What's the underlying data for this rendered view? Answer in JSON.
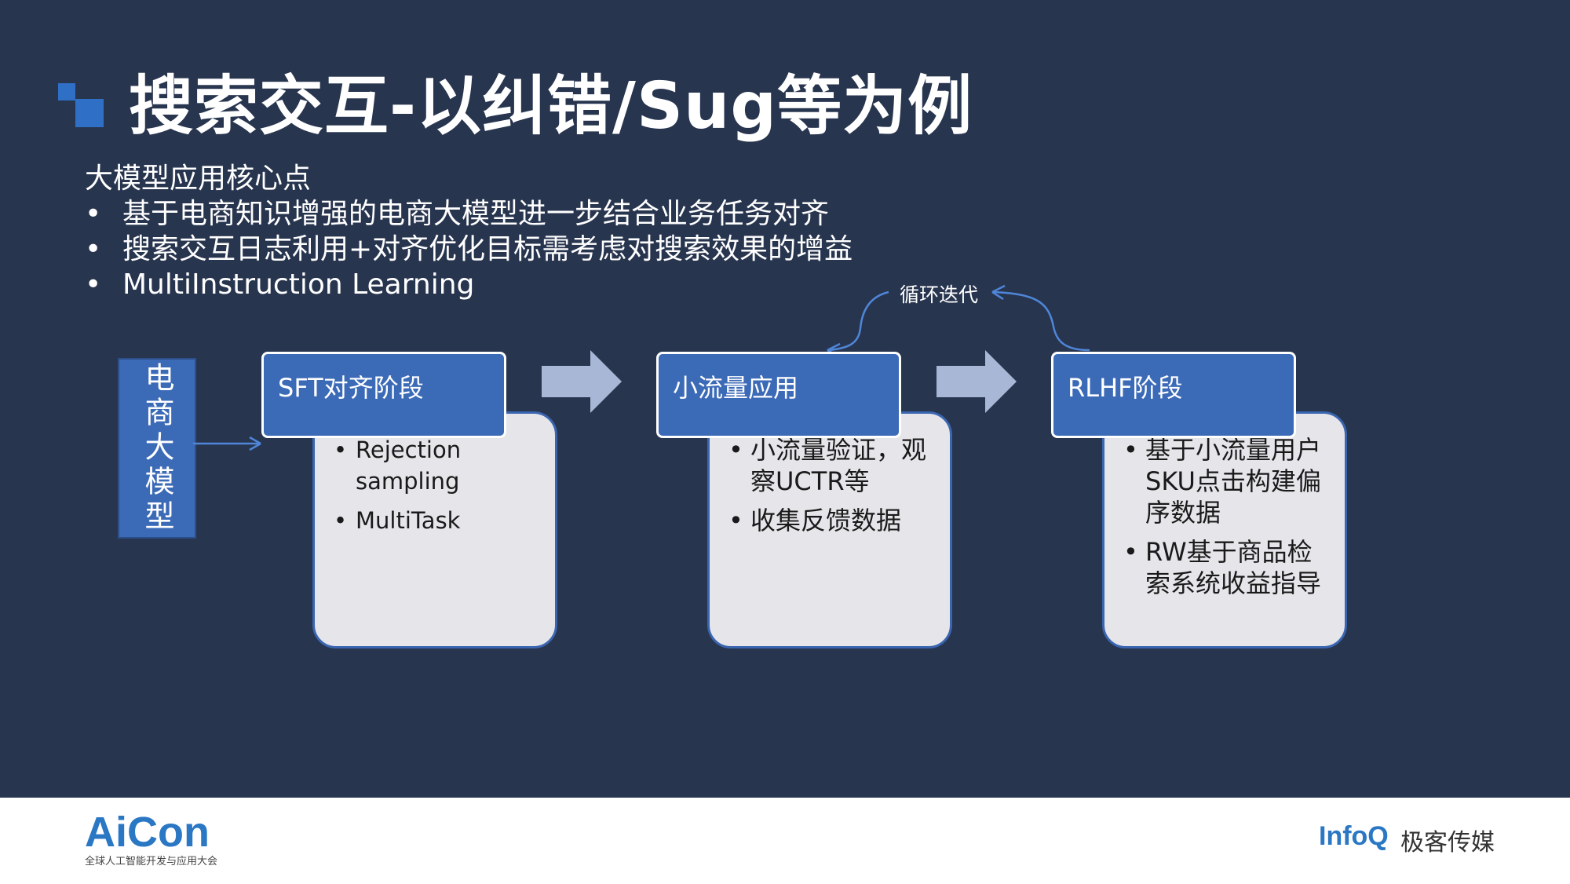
{
  "title": "搜索交互-以纠错/Sug等为例",
  "intro": "大模型应用核心点",
  "bullets": [
    "基于电商知识增强的电商大模型进一步结合业务任务对齐",
    "搜索交互日志利用+对齐优化目标需考虑对搜索效果的增益",
    "MultiInstruction  Learning"
  ],
  "model_label": "电商大模型",
  "loop_label": "循环迭代",
  "stages": [
    {
      "title": "SFT对齐阶段",
      "points": [
        "Rejection sampling",
        "MultiTask"
      ]
    },
    {
      "title": "小流量应用",
      "points": [
        "小流量验证，观察UCTR等",
        "收集反馈数据"
      ]
    },
    {
      "title": "RLHF阶段",
      "points": [
        "基于小流量用户SKU点击构建偏序数据",
        "RW基于商品检索系统收益指导"
      ]
    }
  ],
  "footer": {
    "logo_left": "AiCon",
    "logo_left_sub": "全球人工智能开发与应用大会",
    "logo_right_brand": "InfoQ",
    "logo_right_text": "极客传媒"
  },
  "colors": {
    "background": "#28354f",
    "accent_blue": "#3b6ab7",
    "box_fill": "#e6e5ea",
    "arrow_fill": "#a8b7d6"
  }
}
